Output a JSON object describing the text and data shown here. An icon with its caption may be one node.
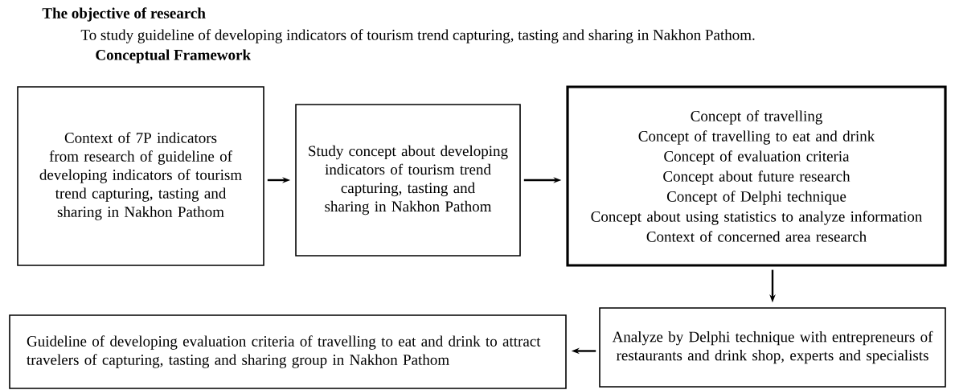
{
  "diagram": {
    "nodes": [
      {
        "text": [
          "Context of 7P indicators from research of guideline of developing indicators of tourism trend capturing, tasting and sharing in Nakhon Pathom"
        ]
      },
      {
        "text": [
          "Study concept about developing indicators of tourism trend capturing, tasting and sharing in Nakhon Pathom"
        ]
      },
      {
        "text": [
          "Concept of travelling",
          "Concept of travelling to eat and drink",
          "Concept of evaluation criteria",
          "Concept about future research",
          "Concept of Delphi technique",
          "Concept about using statistics to analyze information",
          "Context of concerned area research"
        ]
      },
      {
        "text": [
          "Analyze by Delphi technique with entrepreneurs of restaurants and drink shop, experts and specialists"
        ]
      },
      {
        "text": [
          "Guideline of developing evaluation criteria of travelling to eat and drink to attract travelers of capturing, tasting and sharing group in Nakhon Pathom"
        ]
      }
    ],
    "edges": [
      {
        "from": 0,
        "to": 1,
        "arrow": "to"
      },
      {
        "from": 1,
        "to": 2,
        "arrow": "to"
      },
      {
        "from": 2,
        "to": 3,
        "arrow": "to"
      },
      {
        "from": 3,
        "to": 4,
        "arrow": "to"
      }
    ],
    "labels": [
      "The objective of research",
      "To study guideline of developing indicators of tourism trend capturing, tasting and sharing in Nakhon Pathom.",
      "Conceptual Framework"
    ]
  }
}
